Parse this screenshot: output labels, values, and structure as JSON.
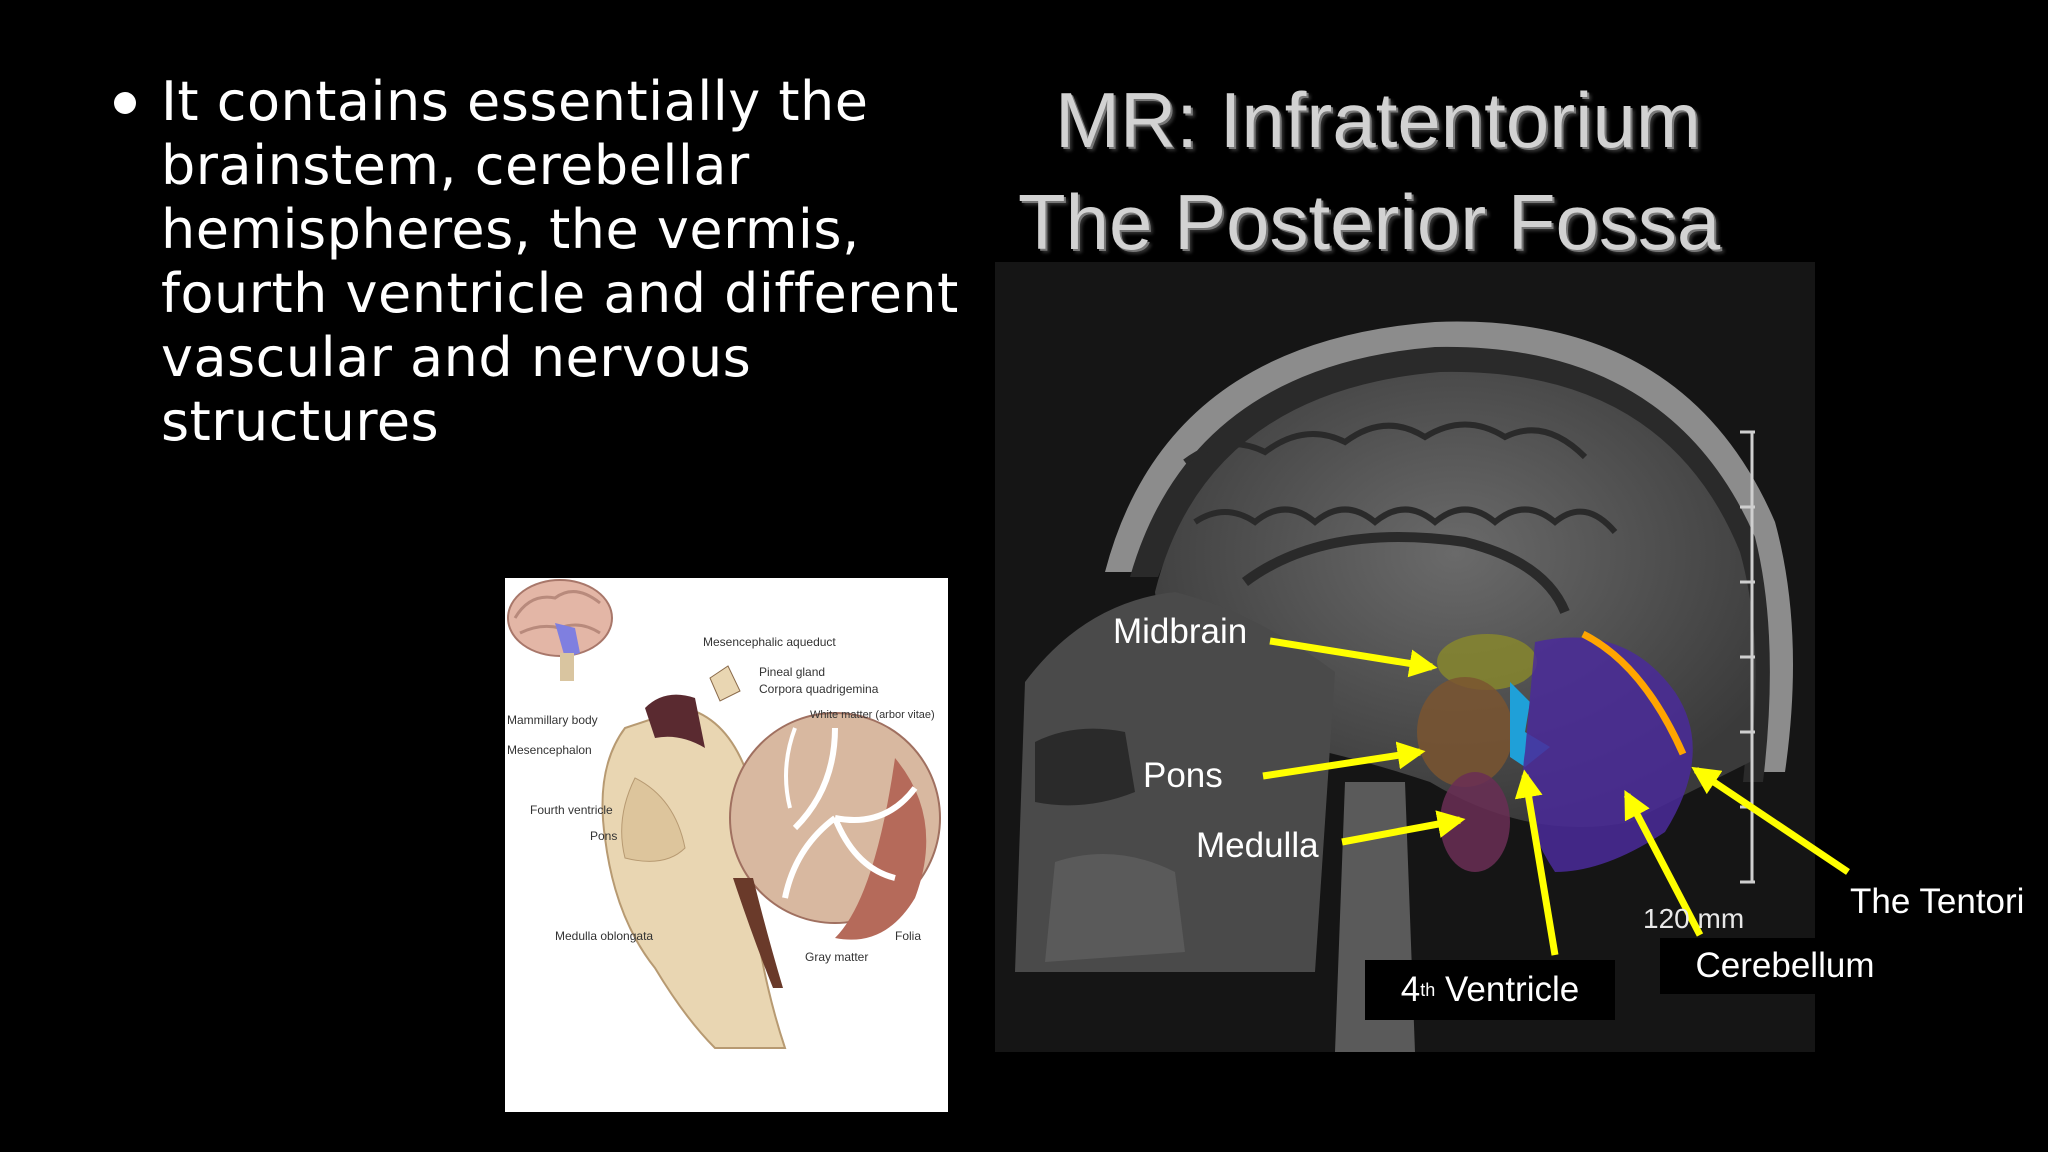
{
  "bullet": {
    "text": "It contains essentially the brainstem, cerebellar hemispheres, the vermis, fourth ventricle and different vascular and nervous structures"
  },
  "anatomy_figure": {
    "labels": {
      "aqueduct": "Mesencephalic aqueduct",
      "pineal": "Pineal gland",
      "corpora": "Corpora quadrigemina",
      "white_matter": "White matter (arbor vitae)",
      "mammillary": "Mammillary body",
      "mesencephalon": "Mesencephalon",
      "fourth_ventricle": "Fourth ventricle",
      "pons": "Pons",
      "medulla": "Medulla oblongata",
      "folia": "Folia",
      "gray_matter": "Gray matter"
    }
  },
  "mr_panel": {
    "title_line1": "MR: Infratentorium",
    "title_line2": "The Posterior Fossa",
    "labels": {
      "midbrain": "Midbrain",
      "pons": "Pons",
      "medulla": "Medulla",
      "ventricle_sup": "th",
      "ventricle_num": "4",
      "ventricle_rest": " Ventricle",
      "cerebellum": "Cerebellum",
      "tentorium": "The Tentori",
      "scale": "120 mm"
    },
    "colors": {
      "midbrain": "#8a8a2a",
      "pons": "#7a5530",
      "medulla": "#6a2e55",
      "ventricle": "#1fa0d8",
      "cerebellum": "#4a2a9a",
      "tentorium": "#ffa500",
      "arrow": "#ffff00"
    }
  }
}
